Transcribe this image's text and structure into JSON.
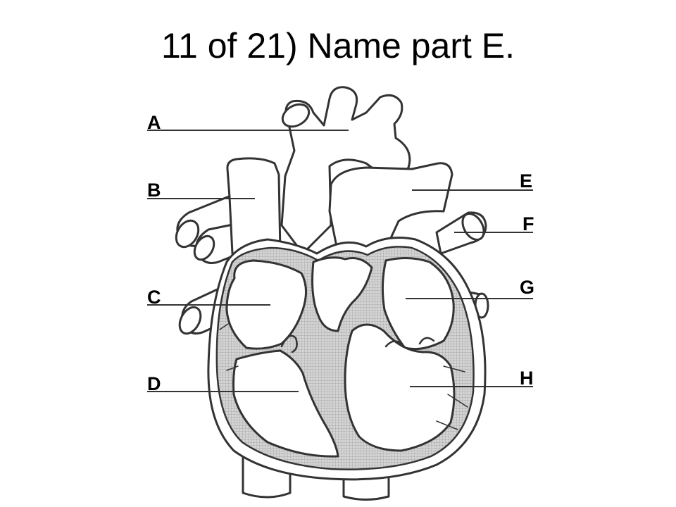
{
  "slide": {
    "title": "11 of 21) Name part E."
  },
  "diagram": {
    "labels": {
      "a": "A",
      "b": "B",
      "c": "C",
      "d": "D",
      "e": "E",
      "f": "F",
      "g": "G",
      "h": "H"
    },
    "colors": {
      "outline": "#333333",
      "tissue_fill": "#d4d4d4",
      "lumen_fill": "#ffffff"
    }
  }
}
